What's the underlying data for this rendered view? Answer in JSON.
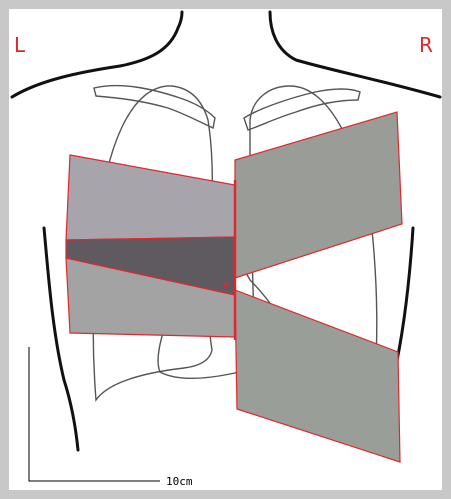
{
  "labels": {
    "left": "L",
    "right": "R"
  },
  "scale": {
    "label": "10cm"
  },
  "colors": {
    "frame": "#c8c8c8",
    "outline": "#111111",
    "skeleton": "#555555",
    "beam_edge": "#e2272a",
    "overlap": "#5e5a60",
    "field_a": "#a8a4ac",
    "field_b": "#a3a3a3",
    "field_c": "#999c97",
    "field_d": "#9a9e98",
    "target_point": "#e2272a"
  }
}
